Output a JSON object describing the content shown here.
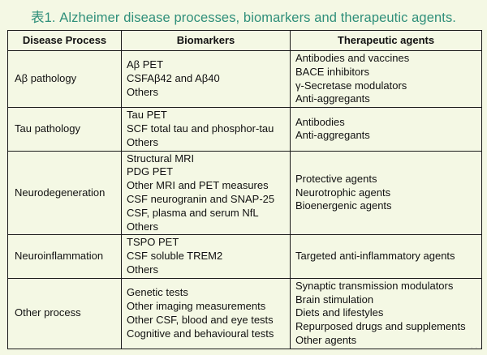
{
  "title": "表1. Alzheimer disease processes, biomarkers and therapeutic agents.",
  "table": {
    "headers": [
      "Disease Process",
      "Biomarkers",
      "Therapeutic agents"
    ],
    "rows": [
      {
        "process": "Aβ pathology",
        "biomarkers": [
          "Aβ PET",
          "CSFAβ42 and Aβ40",
          "Others"
        ],
        "agents": [
          "Antibodies and vaccines",
          "BACE inhibitors",
          "γ-Secretase modulators",
          "Anti-aggregants"
        ]
      },
      {
        "process": "Tau pathology",
        "biomarkers": [
          "Tau PET",
          "SCF total tau and phosphor-tau",
          "Others"
        ],
        "agents": [
          "Antibodies",
          "Anti-aggregants"
        ]
      },
      {
        "process": "Neurodegeneration",
        "biomarkers": [
          "Structural MRI",
          "PDG PET",
          "Other MRI and PET measures",
          "CSF neurogranin and SNAP-25",
          "CSF, plasma and serum NfL",
          "Others"
        ],
        "agents": [
          "Protective agents",
          "Neurotrophic agents",
          "Bioenergenic agents"
        ]
      },
      {
        "process": "Neuroinflammation",
        "biomarkers": [
          "TSPO PET",
          "CSF soluble TREM2",
          "Others"
        ],
        "agents": [
          "Targeted anti-inflammatory agents"
        ]
      },
      {
        "process": "Other process",
        "biomarkers": [
          "Genetic tests",
          "Other imaging measurements",
          "Other CSF, blood and eye tests",
          "Cognitive and behavioural tests"
        ],
        "agents": [
          "Synaptic transmission modulators",
          "Brain stimulation",
          "Diets and lifestyles",
          "Repurposed drugs and supplements",
          "Other agents"
        ]
      }
    ]
  },
  "watermark": "· · ·"
}
